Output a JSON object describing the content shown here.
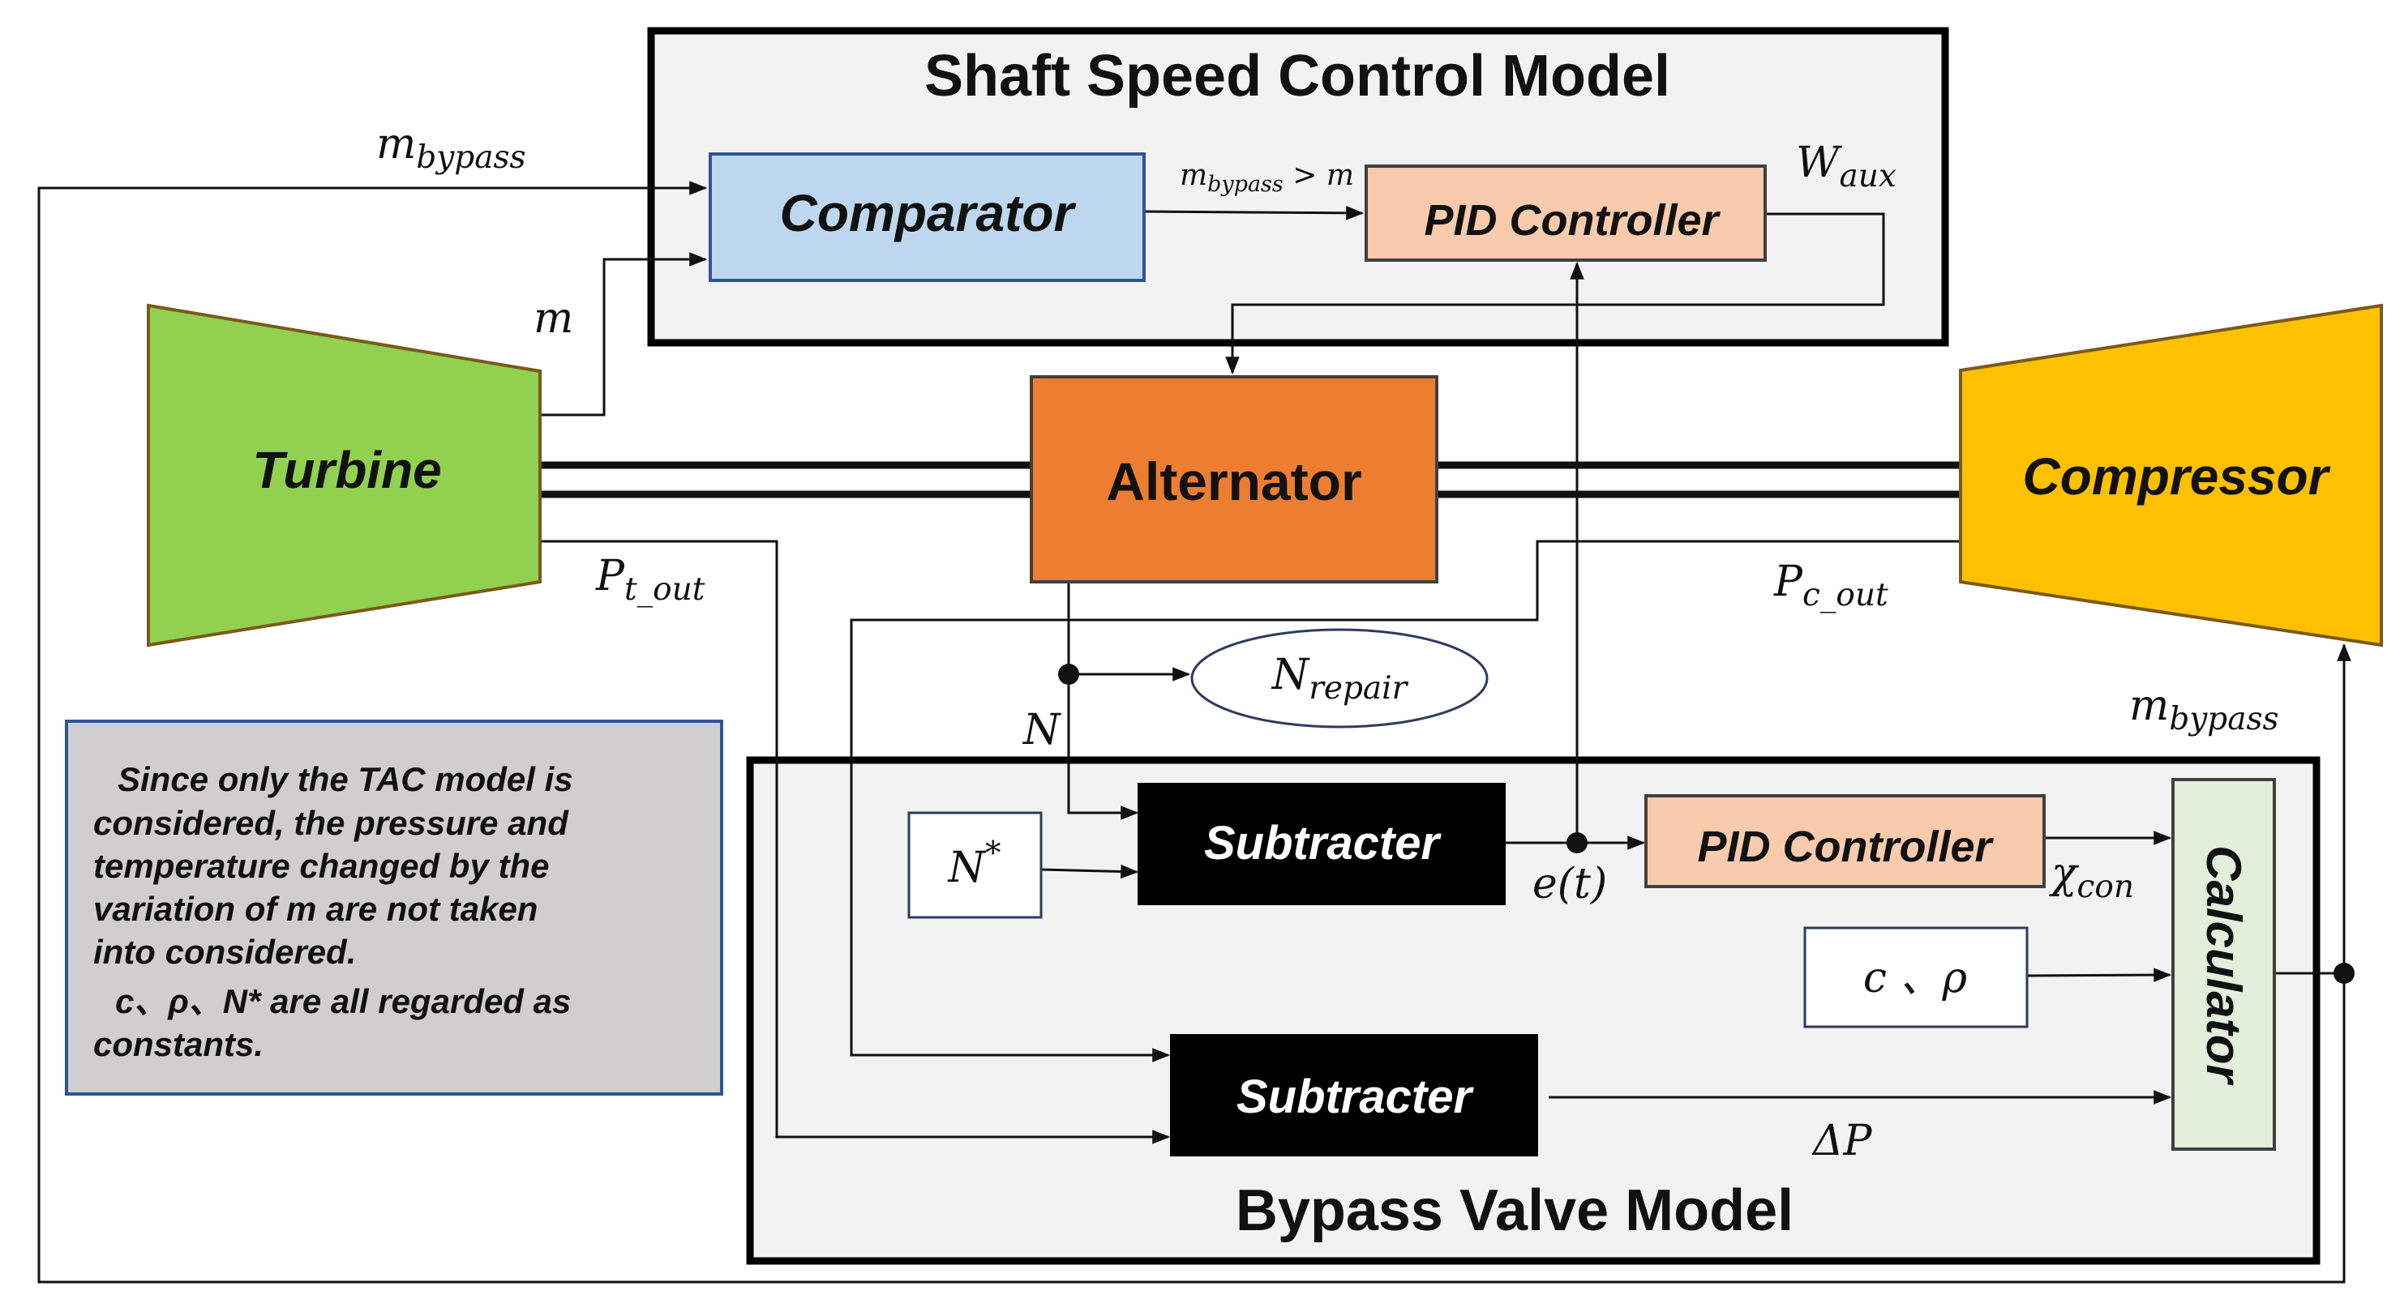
{
  "models": {
    "shaft_speed": {
      "title": "Shaft Speed Control Model"
    },
    "bypass_valve": {
      "title": "Bypass Valve Model"
    }
  },
  "blocks": {
    "turbine": "Turbine",
    "compressor": "Compressor",
    "alternator": "Alternator",
    "comparator": "Comparator",
    "pid_top": "PID Controller",
    "pid_bottom": "PID Controller",
    "subtracter_top": "Subtracter",
    "subtracter_bottom": "Subtracter",
    "calculator": "Calculator"
  },
  "signals": {
    "m_bypass_top": {
      "base": "m",
      "sub": "bypass"
    },
    "m": {
      "base": "m"
    },
    "cond": {
      "base": "m",
      "sub": "bypass",
      "rest": " > m"
    },
    "w_aux": {
      "base": "W",
      "sub": "aux"
    },
    "p_t_out": {
      "base": "P",
      "sub": "t_out"
    },
    "p_c_out": {
      "base": "P",
      "sub": "c_out"
    },
    "n_repair": {
      "base": "N",
      "sub": "repair"
    },
    "n": {
      "base": "N"
    },
    "n_star": {
      "base": "N",
      "sup": "*"
    },
    "e_t": {
      "base": "e(t)"
    },
    "chi_con": {
      "base": "χ",
      "sub": "con"
    },
    "c_rho": {
      "base": "c 、ρ"
    },
    "delta_p": {
      "base": "ΔP"
    },
    "m_bypass_right": {
      "base": "m",
      "sub": "bypass"
    }
  },
  "note": {
    "lines": [
      "Since only the TAC model is",
      "considered, the pressure and",
      "temperature changed by the",
      "variation of m are not taken",
      "into considered.",
      "c、ρ、N* are all regarded as",
      "constants."
    ]
  },
  "colors": {
    "turbine": "#92d050",
    "compressor": "#ffc000",
    "alternator": "#ed7d31",
    "comparator": "#bdd7ee",
    "pid": "#f8cbad",
    "calculator": "#e2efda",
    "model_bg": "#f2f2f2",
    "note_bg": "#d0cece",
    "black_block": "#000000"
  }
}
